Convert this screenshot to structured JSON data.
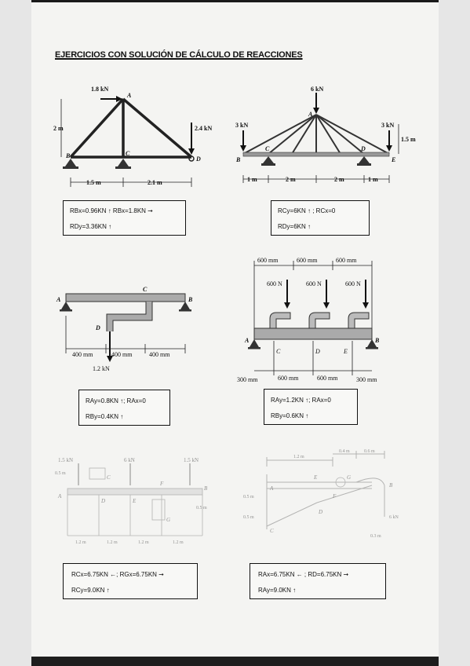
{
  "page": {
    "title": "EJERCICIOS CON SOLUCIÓN DE CÁLCULO DE REACCIONES"
  },
  "exercises": [
    {
      "loads": [
        "1.8 kN",
        "2.4 kN"
      ],
      "nodes": [
        "A",
        "B",
        "C",
        "D"
      ],
      "dims": [
        "2 m",
        "1.5 m",
        "2.1 m"
      ],
      "answer_lines": [
        "RBx=0.96KN ↑  RBx=1.8KN ➞",
        "RDy=3.36KN ↑"
      ]
    },
    {
      "loads": [
        "6 kN",
        "3 kN",
        "3 kN"
      ],
      "nodes": [
        "A",
        "B",
        "C",
        "D",
        "E"
      ],
      "dims": [
        "1.5 m",
        "1 m",
        "2 m",
        "2 m",
        "1 m"
      ],
      "answer_lines": [
        "RCy=6KN ↑ ; RCx=0",
        "RDy=6KN ↑"
      ]
    },
    {
      "loads": [
        "1.2 kN"
      ],
      "nodes": [
        "A",
        "B",
        "C",
        "D"
      ],
      "dims": [
        "400 mm",
        "400 mm",
        "400 mm"
      ],
      "answer_lines": [
        "RAy=0.8KN  ↑; RAx=0",
        "RBy=0.4KN ↑"
      ]
    },
    {
      "loads": [
        "600 N",
        "600 N",
        "600 N"
      ],
      "nodes": [
        "A",
        "B",
        "C",
        "D",
        "E"
      ],
      "dims_top": [
        "600 mm",
        "600 mm",
        "600 mm"
      ],
      "dims_bottom": [
        "300 mm",
        "600 mm",
        "600 mm",
        "300 mm"
      ],
      "answer_lines": [
        "RAy=1.2KN  ↑; RAx=0",
        "RBy=0.6KN ↑"
      ]
    },
    {
      "loads": [
        "1.5 kN",
        "6 kN",
        "1.5 kN"
      ],
      "nodes": [
        "A",
        "B",
        "C",
        "D",
        "E",
        "F",
        "G"
      ],
      "dims": [
        "0.5 m",
        "0.5 m",
        "1.2 m",
        "1.2 m",
        "1.2 m",
        "1.2 m"
      ],
      "answer_lines": [
        "RCx=6.75KN ←; RGx=6.75KN ➞",
        "RCy=9.0KN ↑"
      ]
    },
    {
      "loads": [
        "6 kN"
      ],
      "nodes": [
        "A",
        "B",
        "C",
        "D",
        "E",
        "F",
        "G"
      ],
      "dims": [
        "1.2 m",
        "0.4 m",
        "0.6 m",
        "0.5 m",
        "0.5 m",
        "0.3 m"
      ],
      "answer_lines": [
        "RAx=6.75KN ← ; RD=6.75KN ➞",
        "RAy=9.0KN ↑"
      ]
    }
  ]
}
